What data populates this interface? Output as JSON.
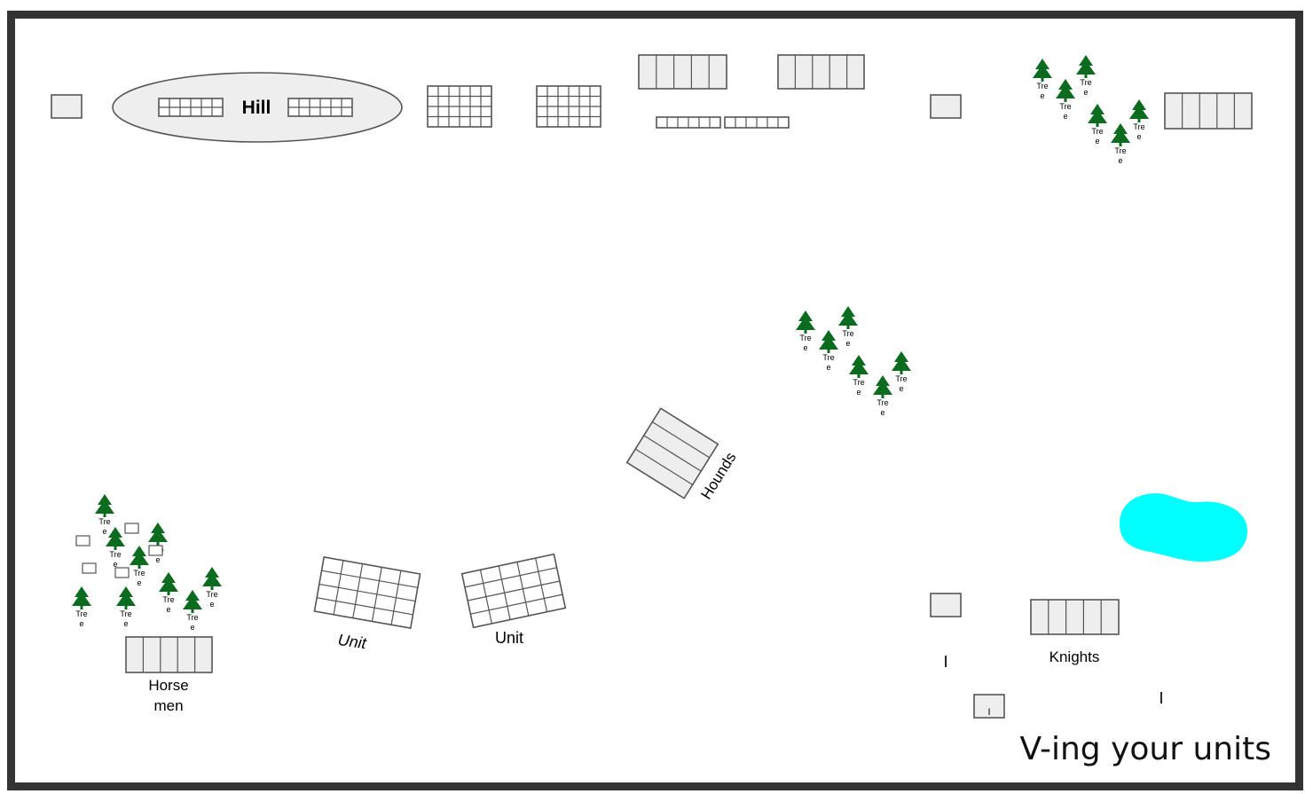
{
  "colors": {
    "frame": "#333333",
    "unit_fill": "#eeeeee",
    "unit_stroke": "#555555",
    "hill_fill": "#eeeeee",
    "tree_green": "#0b6b1f",
    "pond": "#00ffff"
  },
  "labels": {
    "hill": "Hill",
    "hounds": "Hounds",
    "unit_left": "Unit",
    "unit_right": "Unit",
    "knights": "Knights",
    "horsemen_line1": "Horse",
    "horsemen_line2": "men",
    "tree_top": "Tre",
    "tree_bottom": "e",
    "marker": "I",
    "caption": "V-ing your units"
  },
  "icons": {
    "tree": "pine-tree-icon",
    "unit": "unit-block",
    "pond": "water-pond",
    "hill": "hill-ellipse"
  }
}
